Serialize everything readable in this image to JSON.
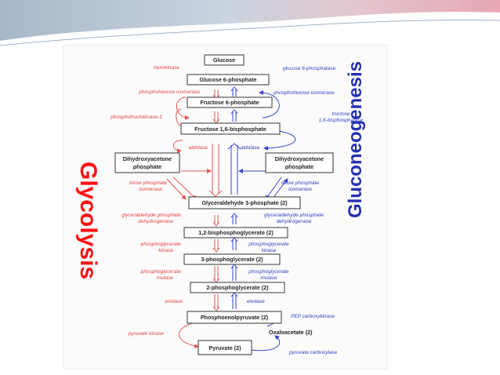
{
  "diagram": {
    "side_labels": {
      "left": "Glycolysis",
      "right": "Gluconeogenesis"
    },
    "nodes": {
      "glucose": "Glucose",
      "g6p": "Glucose 6-phosphate",
      "f6p": "Fructose 6-phosphate",
      "f16bp": "Fructose 1,6-bisphosphate",
      "dhap_left": [
        "Dihydroxyacetone",
        "phosphate"
      ],
      "dhap_right": [
        "Dihydroxyacetone",
        "phosphate"
      ],
      "g3p": "Glyceraldehyde 3-phosphate (2)",
      "bpg": "1,2-bisphosphoglycerate (2)",
      "pg3": "3-phosphoglycerate (2)",
      "pg2": "2-phosphoglycerate (2)",
      "pep": "Phosphoenolpyruvate (2)",
      "oaa": "Oxaloacetate (2)",
      "pyr": "Pyruvate (2)"
    },
    "enzymes_glycolysis": {
      "hexokinase": [
        "hexokinase"
      ],
      "phi": [
        "phosphohexose isomerase"
      ],
      "pfk": [
        "phosphofructokinase-1"
      ],
      "aldolase": [
        "aldolase"
      ],
      "tpi": [
        "triose phosphate",
        "isomerase"
      ],
      "gapdh": [
        "glyceraldehyde phosphate",
        "dehydrogenase"
      ],
      "pgk": [
        "phosphoglycerate",
        "kinase"
      ],
      "pgm": [
        "phosphoglycerate",
        "mutase"
      ],
      "enolase": [
        "enolase"
      ],
      "pk": [
        "pyruvate kinase"
      ]
    },
    "enzymes_gluconeogenesis": {
      "g6pase": [
        "glucose 6-phosphatase"
      ],
      "phi": [
        "phosphohexose isomerase"
      ],
      "fbpase": [
        "fructose",
        "1,6-bisphosphatase"
      ],
      "aldolase": [
        "aldolase"
      ],
      "tpi": [
        "triose phosphate",
        "isomerase"
      ],
      "gapdh": [
        "glyceraldehyde phosphate",
        "dehydrogenase"
      ],
      "pgk": [
        "phosphoglycerate",
        "kinase"
      ],
      "pgm": [
        "phosphoglycerate",
        "mutase"
      ],
      "enolase": [
        "enolase"
      ],
      "pepck": [
        "PEP carboxykinase"
      ],
      "pc": [
        "pyruvate carboxylase"
      ]
    },
    "colors": {
      "glycolysis": "#e04040",
      "gluconeogenesis": "#3040c0"
    }
  }
}
